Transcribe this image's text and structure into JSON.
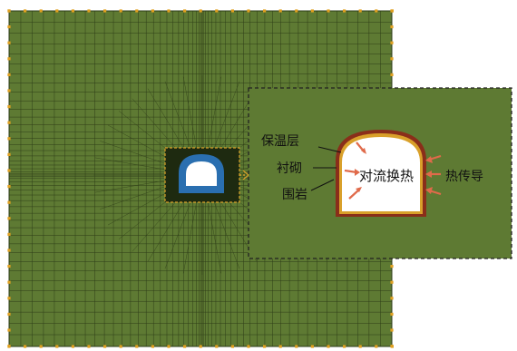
{
  "colors": {
    "mesh_fill": "#5e7a33",
    "mesh_line": "#2e3d18",
    "boundary_node": "#e0a020",
    "insulation": "#d9a02a",
    "lining": "#8a2e1a",
    "rock_blue": "#2a6fb0",
    "arrow": "#e06a4a",
    "dashed_frame": "#222222"
  },
  "labels": {
    "insulation_layer": "保温层",
    "lining": "衬砌",
    "surrounding_rock": "围岩",
    "convection": "对流换热",
    "conduction": "热传导"
  }
}
